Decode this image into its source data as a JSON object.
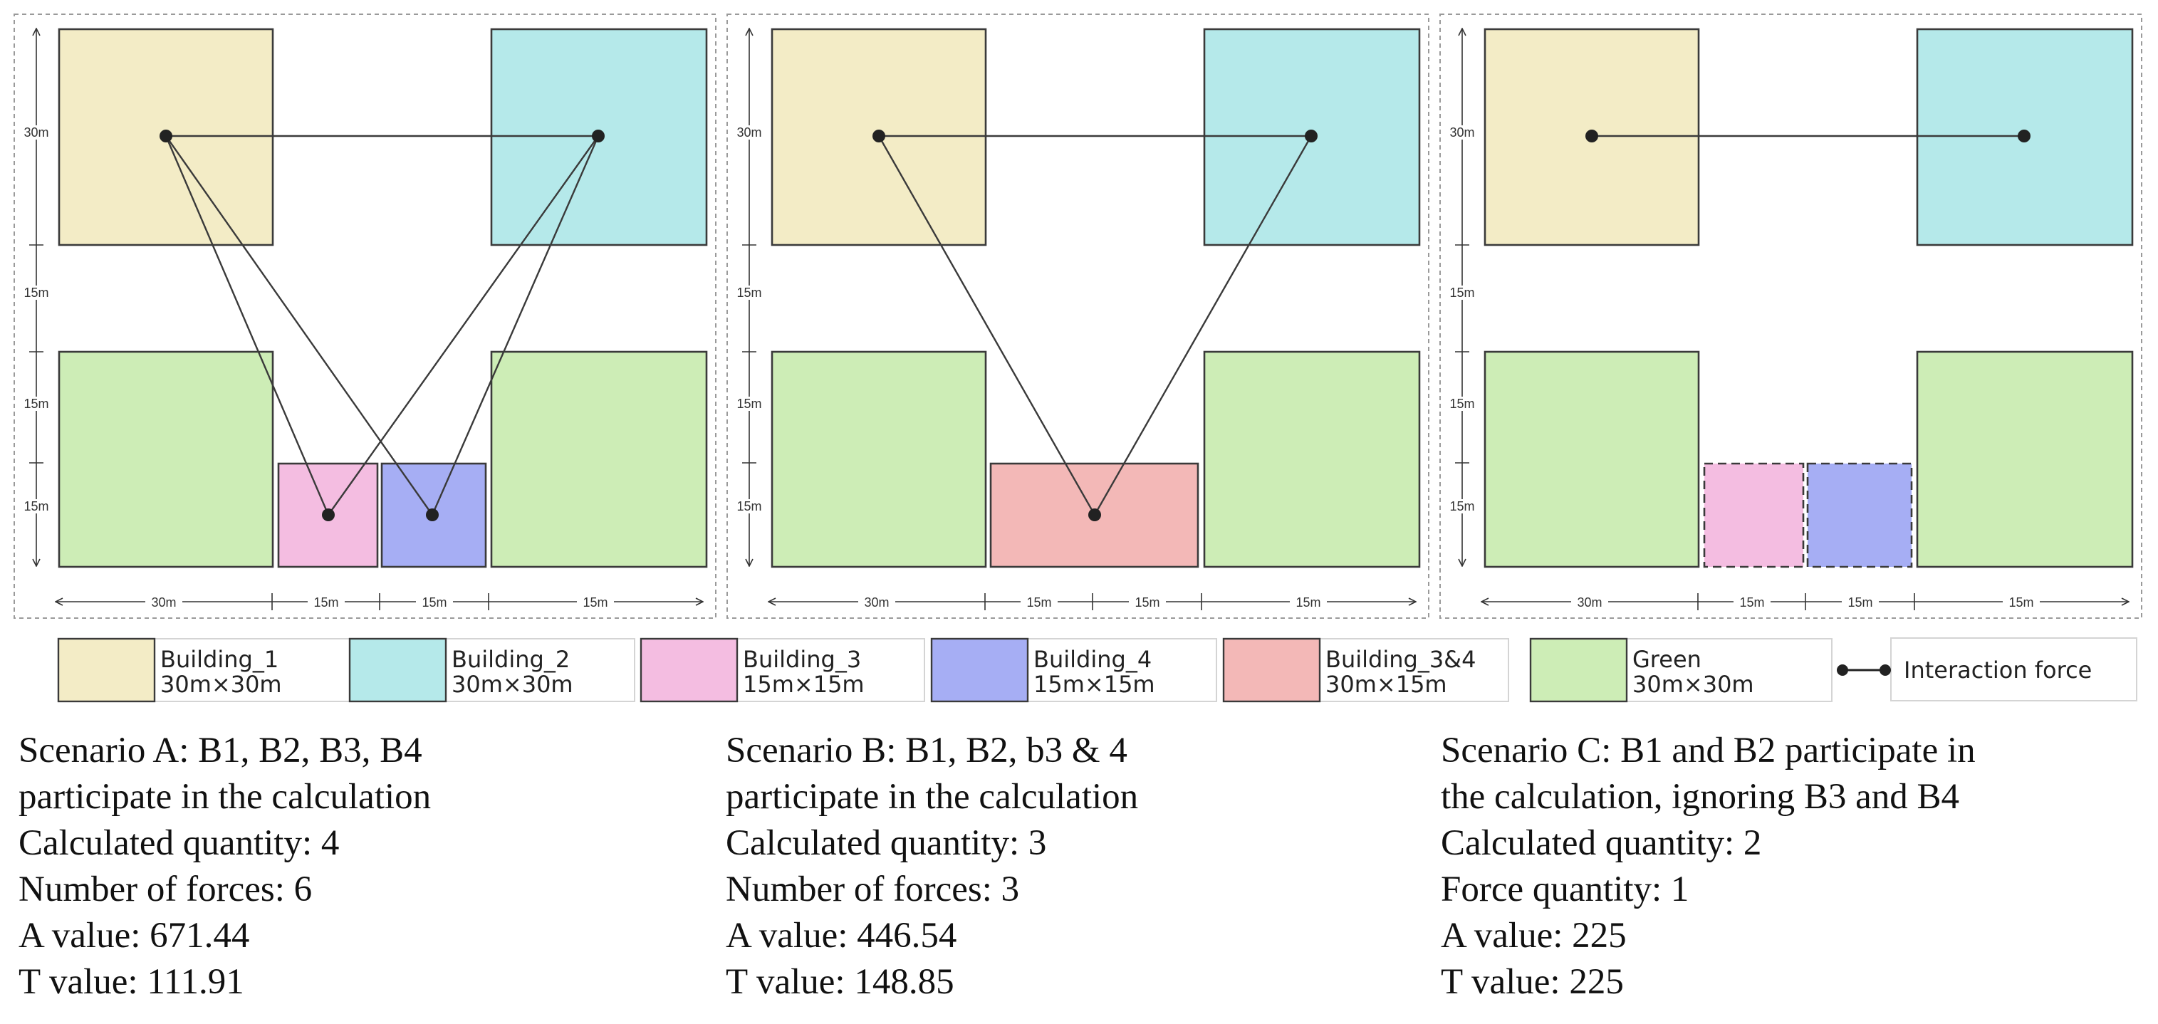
{
  "colors": {
    "building_1": "#f3ecc6",
    "building_2": "#b5e9ea",
    "building_3": "#f4bde1",
    "building_4": "#a6aef4",
    "building_3_4": "#f3b8b7",
    "green": "#cdedb6",
    "outline": "#3a3a3a",
    "force_line": "#3a3a3a"
  },
  "dimensions": {
    "v_30": "30m",
    "v_15": "15m",
    "h_30": "30m",
    "h_15": "15m"
  },
  "legend": [
    {
      "key": "building_1",
      "title": "Building_1",
      "size": "30m×30m"
    },
    {
      "key": "building_2",
      "title": "Building_2",
      "size": "30m×30m"
    },
    {
      "key": "building_3",
      "title": "Building_3",
      "size": "15m×15m"
    },
    {
      "key": "building_4",
      "title": "Building_4",
      "size": "15m×15m"
    },
    {
      "key": "building_3_4",
      "title": "Building_3&4",
      "size": "30m×15m"
    },
    {
      "key": "green",
      "title": "Green",
      "size": "30m×30m"
    },
    {
      "key": "force",
      "title": "Interaction force",
      "size": ""
    }
  ],
  "scenarios": [
    {
      "id": "A",
      "lines": [
        "Scenario A: B1, B2, B3, B4",
        "participate in the calculation",
        "Calculated quantity: 4",
        "Number of forces: 6",
        "A value: 671.44",
        "T value: 111.91"
      ]
    },
    {
      "id": "B",
      "lines": [
        "Scenario B: B1, B2, b3 & 4",
        "participate in the calculation",
        "Calculated quantity: 3",
        "Number of forces: 3",
        "A value: 446.54",
        "T value: 148.85"
      ]
    },
    {
      "id": "C",
      "lines": [
        "Scenario C: B1 and B2 participate in",
        "the calculation, ignoring B3 and B4",
        "Calculated quantity: 2",
        "Force quantity: 1",
        "A value: 225",
        "T value: 225"
      ]
    }
  ]
}
